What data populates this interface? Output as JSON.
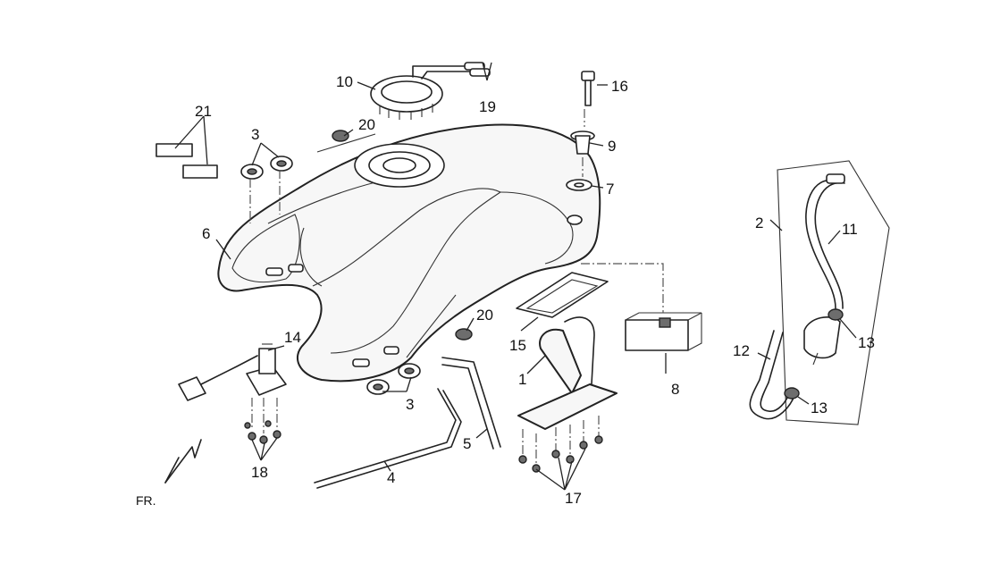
{
  "diagram": {
    "direction_label": "FR.",
    "callouts": [
      "1",
      "2",
      "3",
      "4",
      "5",
      "6",
      "7",
      "8",
      "9",
      "10",
      "11",
      "12",
      "13",
      "14",
      "15",
      "16",
      "17",
      "18",
      "19",
      "20",
      "21"
    ],
    "colors": {
      "ink": "#222222",
      "fill": "#f7f7f7",
      "dark_part": "#6d6d6d"
    }
  }
}
